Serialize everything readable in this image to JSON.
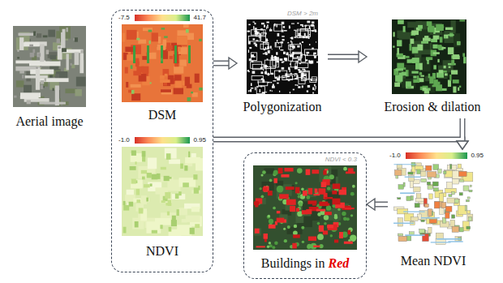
{
  "diagram": {
    "nodes": [
      {
        "text": [
          "Aerial image"
        ]
      },
      {
        "text": []
      },
      {
        "text": [
          "DSM"
        ],
        "in": 1
      },
      {
        "text": [
          "NDVI"
        ],
        "in": 1
      },
      {
        "text": [
          "Polygonization"
        ]
      },
      {
        "text": [
          "Erosion & dilation"
        ]
      },
      {
        "text": [
          "Mean NDVI"
        ]
      },
      {
        "text": [
          "Buildings in Red"
        ]
      }
    ],
    "edges": [
      {
        "from": 1,
        "to": 4,
        "arrow": "to"
      },
      {
        "from": 4,
        "to": 5,
        "arrow": "to"
      },
      {
        "from": 1,
        "to": 6,
        "arrow": "to"
      },
      {
        "from": 5,
        "to": 6,
        "arrow": "to"
      },
      {
        "from": 6,
        "to": 7,
        "arrow": "to"
      }
    ],
    "labels": [
      "-7.5",
      "41.7",
      "-1.0",
      "0.95",
      "DSM > 2m",
      "-1.0",
      "0.95",
      "NDVI < 0.3"
    ]
  }
}
